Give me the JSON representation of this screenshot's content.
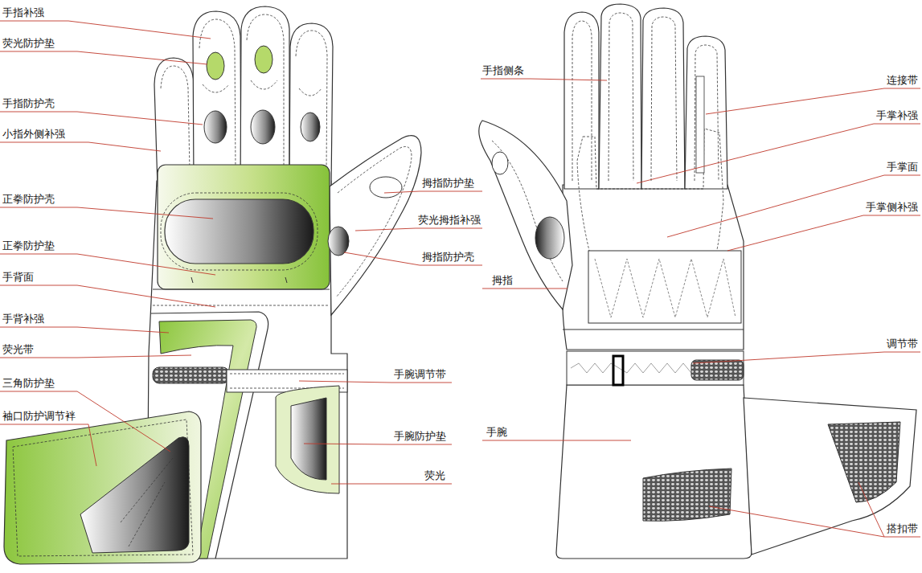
{
  "diagram": {
    "labels": [
      "手指补强",
      "荧光防护垫",
      "手指防护壳",
      "小指外侧补强",
      "正拳防护壳",
      "正拳防护垫",
      "手背面",
      "手背补强",
      "荧光带",
      "三角防护垫",
      "袖口防护调节袢",
      "拇指防护垫",
      "荧光拇指补强",
      "拇指防护壳",
      "手腕调节带",
      "手腕防护垫",
      "荧光",
      "手指侧条",
      "连接带",
      "手掌补强",
      "手掌面",
      "手掌侧补强",
      "拇指",
      "调节带",
      "手腕",
      "搭扣带"
    ]
  }
}
